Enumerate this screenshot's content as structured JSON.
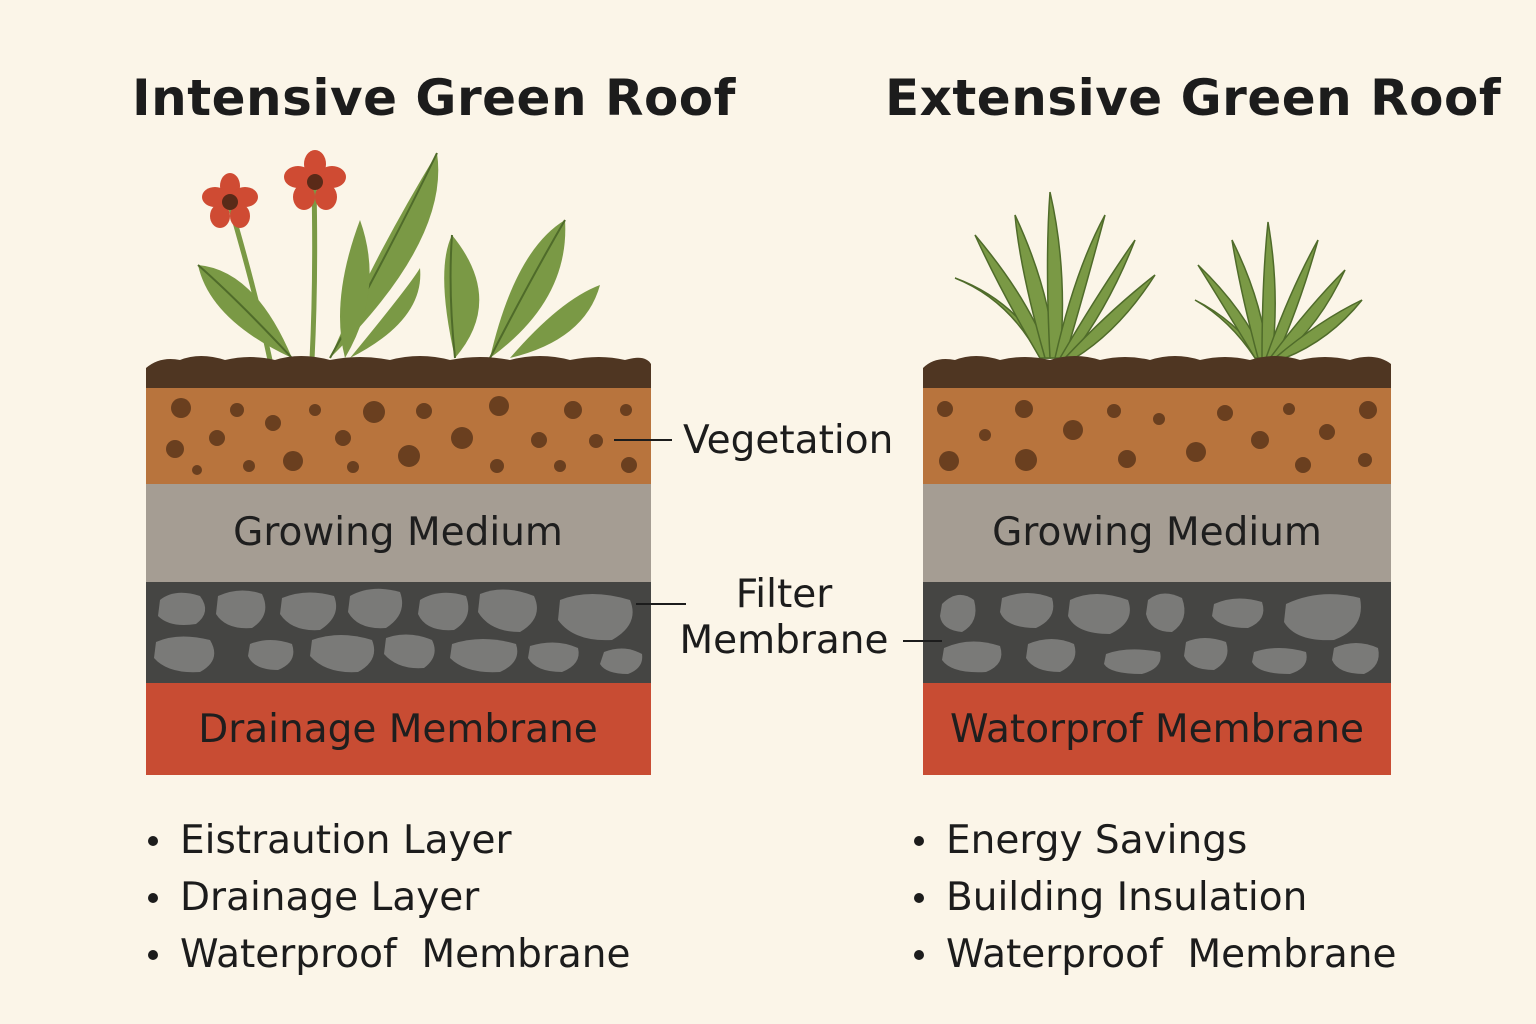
{
  "titles": {
    "left": "Intensive Green Roof",
    "right": "Extensive Green Roof"
  },
  "layers": {
    "left": {
      "growing_medium": "Growing Medium",
      "bottom": "Drainage Membrane"
    },
    "right": {
      "growing_medium": "Growing Medium",
      "bottom": "Watorprof Membrane"
    }
  },
  "callouts": {
    "vegetation": "Vegetation",
    "filter_line1": "Filter",
    "filter_line2": "Membrane"
  },
  "bullets": {
    "left": [
      "Eistraution Layer",
      "Drainage Layer",
      "Waterproof  Membrane"
    ],
    "right": [
      "Energy Savings",
      "Building Insulation",
      "Waterproof  Membrane"
    ]
  },
  "colors": {
    "background": "#fbf5e8",
    "topsoil": "#4f3622",
    "soil": "#b8743d",
    "soil_dots": "#6a3f1f",
    "growing_medium": "#a59d93",
    "gravel_bg": "#454543",
    "gravel_stones": "#7a7a78",
    "membrane": "#c84c33",
    "leaf": "#7a9945",
    "leaf_vein": "#4f6b2a",
    "flower": "#cf4b33",
    "flower_center": "#5a2a18"
  },
  "icons": {
    "flowers": "red-flower-icon",
    "grass": "grass-tuft-icon"
  }
}
